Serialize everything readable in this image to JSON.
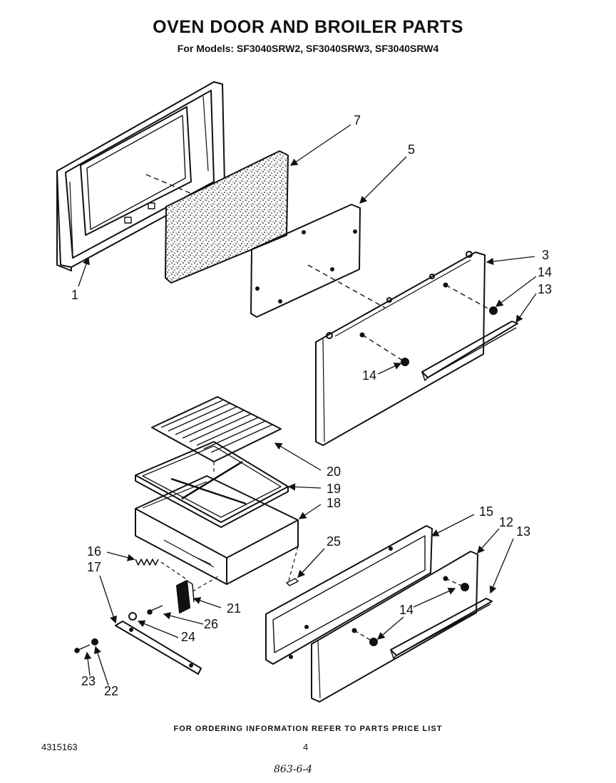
{
  "header": {
    "title": "OVEN DOOR AND BROILER PARTS",
    "subtitle": "For Models: SF3040SRW2, SF3040SRW3, SF3040SRW4"
  },
  "callouts": {
    "c1": "1",
    "c3": "3",
    "c5": "5",
    "c7": "7",
    "c12": "12",
    "c13a": "13",
    "c13b": "13",
    "c14a": "14",
    "c14b": "14",
    "c14c": "14",
    "c15": "15",
    "c16": "16",
    "c17": "17",
    "c18": "18",
    "c19": "19",
    "c20": "20",
    "c21": "21",
    "c22": "22",
    "c23": "23",
    "c24": "24",
    "c25": "25",
    "c26": "26"
  },
  "footer": {
    "ordering_note": "FOR ORDERING INFORMATION REFER TO PARTS PRICE LIST",
    "doc_number": "4315163",
    "page_number": "4",
    "handwritten": "863-6-4"
  }
}
